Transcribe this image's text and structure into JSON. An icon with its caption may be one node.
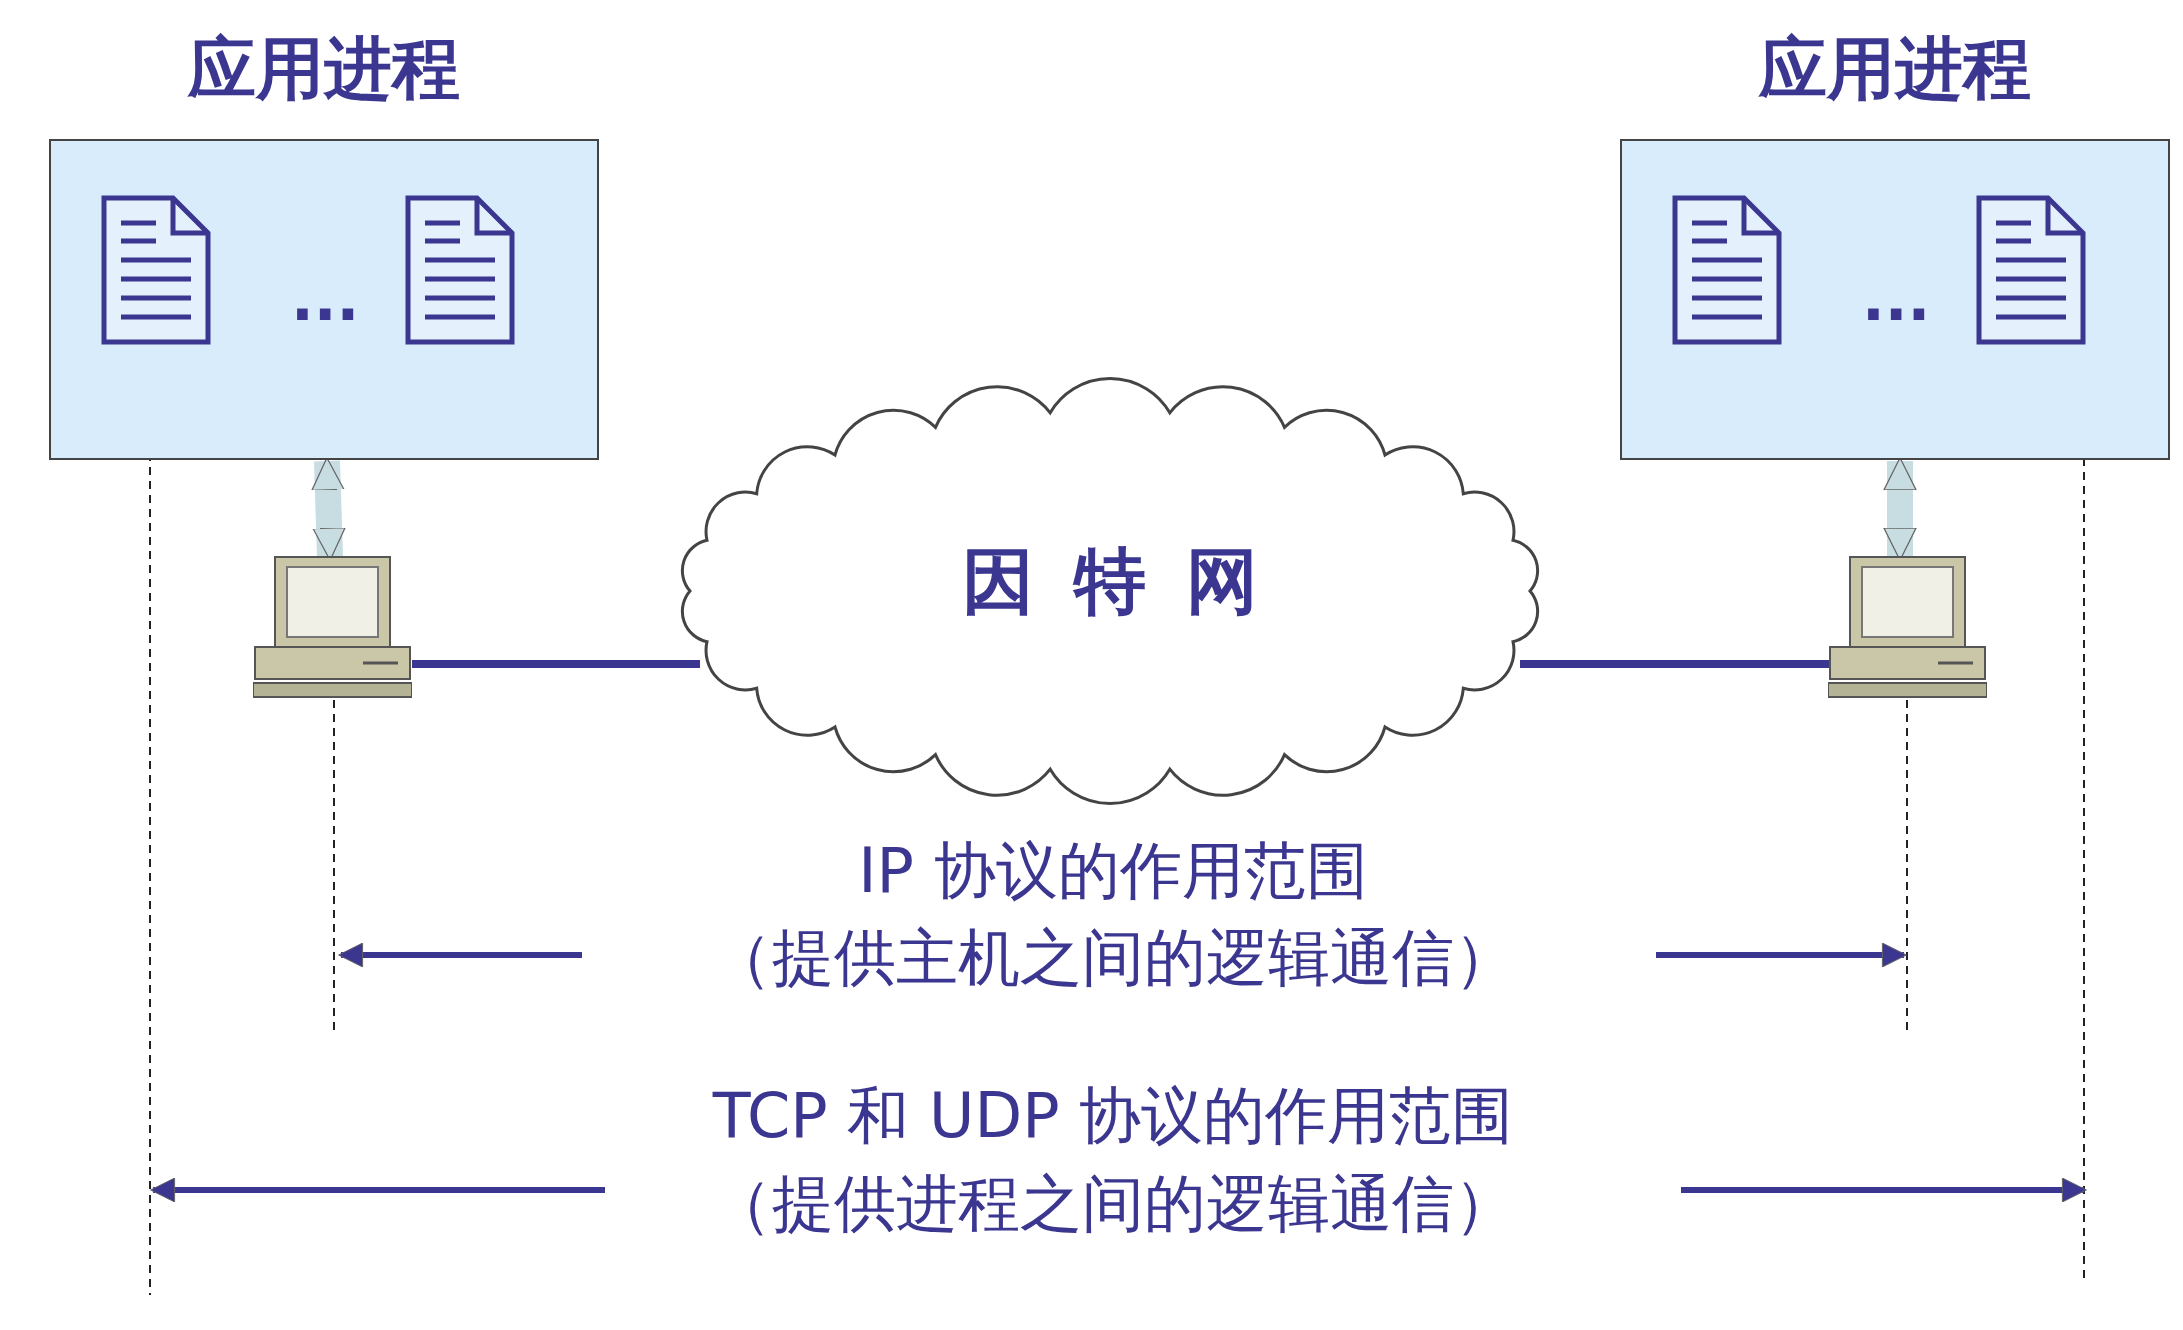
{
  "diagram": {
    "nodes": [
      {
        "text": [
          "应用进程"
        ]
      },
      {
        "text": [],
        "shape": "computer"
      },
      {
        "text": [
          "因特网"
        ]
      },
      {
        "text": [],
        "shape": "computer"
      },
      {
        "text": [
          "应用进程"
        ]
      }
    ],
    "edges": [
      {
        "from": 0,
        "to": 1,
        "arrow": "both",
        "style": "thick",
        "color": "#c8dde2"
      },
      {
        "from": 1,
        "to": 2,
        "arrow": "none",
        "color": "#3b3690"
      },
      {
        "from": 2,
        "to": 3,
        "arrow": "none",
        "color": "#3b3690"
      },
      {
        "from": 4,
        "to": 3,
        "arrow": "both",
        "style": "thick",
        "color": "#c8dde2"
      }
    ],
    "labels": [
      "...",
      "...",
      "IP 协议的作用范围",
      "（提供主机之间的逻辑通信）",
      "TCP 和 UDP 协议的作用范围",
      "（提供进程之间的逻辑通信）"
    ]
  }
}
